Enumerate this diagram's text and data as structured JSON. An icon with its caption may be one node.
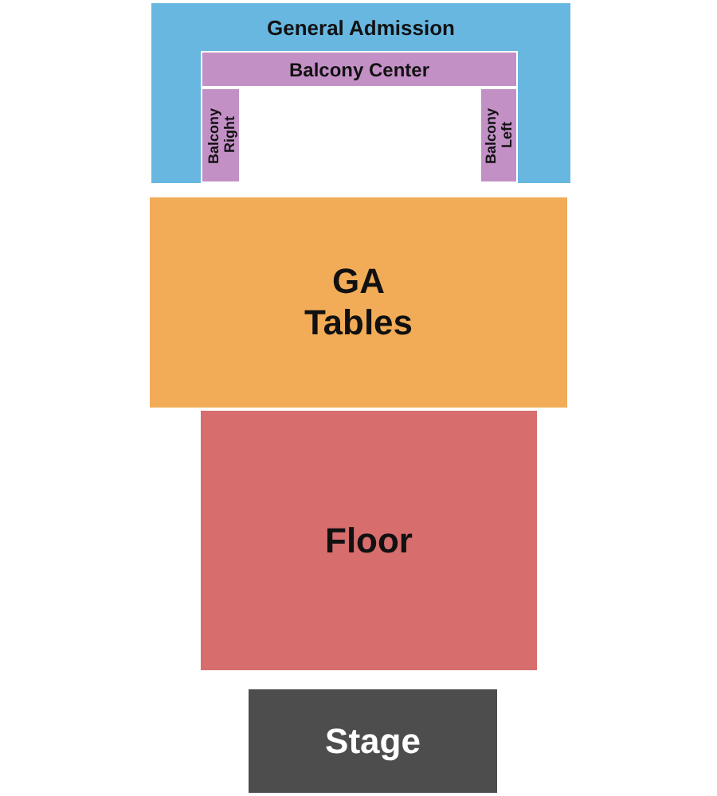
{
  "diagram": {
    "nodes": [
      {
        "text": [
          "General Admission"
        ]
      },
      {
        "text": [
          "Balcony Center"
        ],
        "in": 0
      },
      {
        "text": [
          "Balcony Right"
        ],
        "in": 0
      },
      {
        "text": [
          "Balcony Left"
        ],
        "in": 0
      },
      {
        "text": [
          "GA Tables"
        ]
      },
      {
        "text": [
          "Floor"
        ]
      },
      {
        "text": [
          "Stage"
        ]
      }
    ]
  }
}
